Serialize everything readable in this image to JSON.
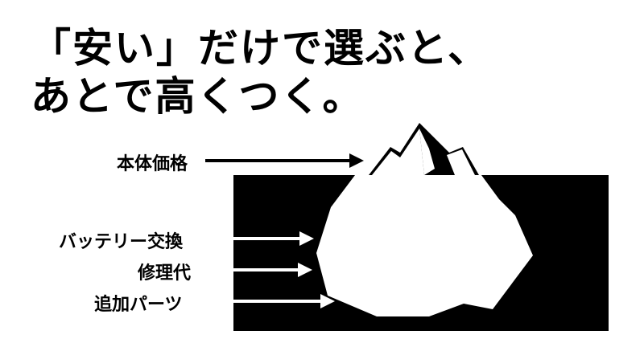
{
  "headline": {
    "line1": "「安い」だけで選ぶと、",
    "line2": "あとで高くつく。"
  },
  "labels": {
    "visible_cost": "本体価格",
    "hidden_costs": [
      "バッテリー交換",
      "修理代",
      "追加パーツ"
    ]
  },
  "colors": {
    "background": "#ffffff",
    "water": "#000000",
    "ice": "#ffffff",
    "text": "#000000"
  }
}
